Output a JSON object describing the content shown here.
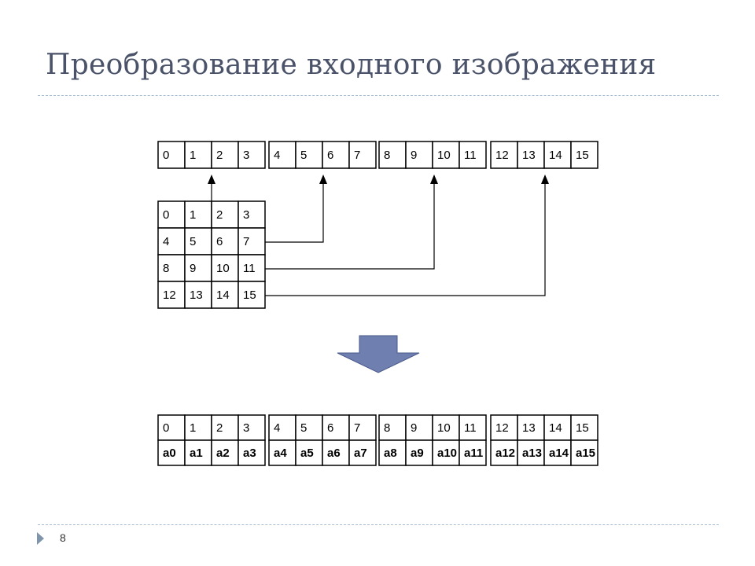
{
  "title": "Преобразование входного изображения",
  "page_number": "8",
  "top_row": {
    "groups": [
      [
        "0",
        "1",
        "2",
        "3"
      ],
      [
        "4",
        "5",
        "6",
        "7"
      ],
      [
        "8",
        "9",
        "10",
        "11"
      ],
      [
        "12",
        "13",
        "14",
        "15"
      ]
    ]
  },
  "matrix": {
    "rows": [
      [
        "0",
        "1",
        "2",
        "3"
      ],
      [
        "4",
        "5",
        "6",
        "7"
      ],
      [
        "8",
        "9",
        "10",
        "11"
      ],
      [
        "12",
        "13",
        "14",
        "15"
      ]
    ]
  },
  "bottom_table": {
    "groups": [
      {
        "index": [
          "0",
          "1",
          "2",
          "3"
        ],
        "values": [
          "a0",
          "a1",
          "a2",
          "a3"
        ]
      },
      {
        "index": [
          "4",
          "5",
          "6",
          "7"
        ],
        "values": [
          "a4",
          "a5",
          "a6",
          "a7"
        ]
      },
      {
        "index": [
          "8",
          "9",
          "10",
          "11"
        ],
        "values": [
          "a8",
          "a9",
          "a10",
          "a11"
        ]
      },
      {
        "index": [
          "12",
          "13",
          "14",
          "15"
        ],
        "values": [
          "a12",
          "a13",
          "a14",
          "a15"
        ]
      }
    ]
  },
  "colors": {
    "title": "#4a5369",
    "rule": "#a9bdd0",
    "arrow_fill": "#6f7fb0",
    "arrow_stroke": "#4a5a8a"
  }
}
